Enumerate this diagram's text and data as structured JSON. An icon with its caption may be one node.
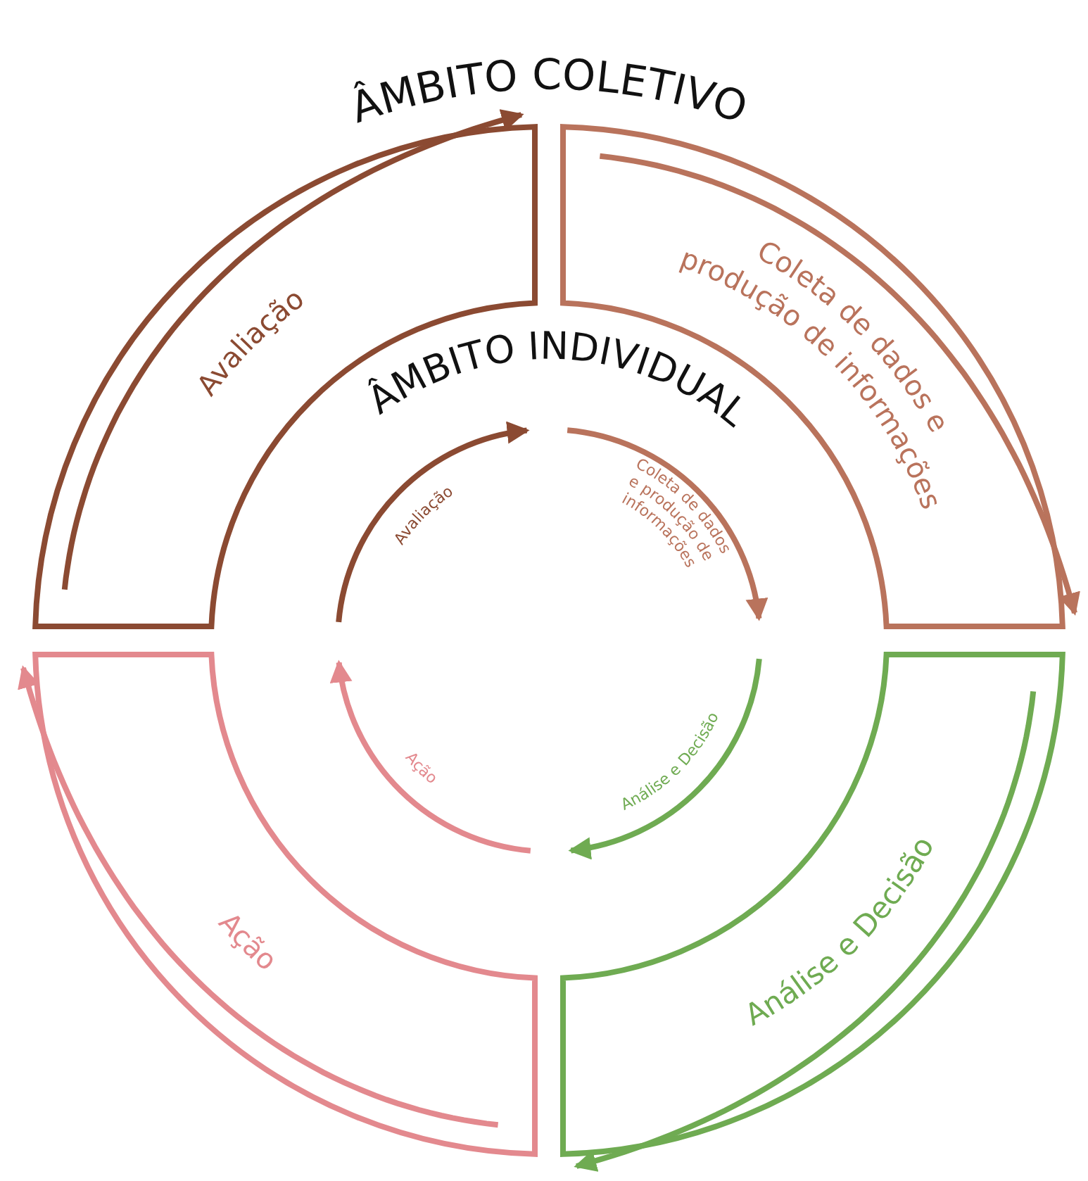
{
  "diagram": {
    "nodes": [
      {
        "text": [
          "Avaliação"
        ]
      },
      {
        "text": [
          "Coleta de dados e produção de informações"
        ]
      },
      {
        "text": [
          "Análise e Decisão"
        ]
      },
      {
        "text": [
          "Ação"
        ]
      }
    ],
    "edges": [
      {
        "from": 0,
        "to": 1,
        "arrow": "to",
        "color": "#8b4a32"
      },
      {
        "from": 1,
        "to": 2,
        "arrow": "to",
        "color": "#b9735c"
      },
      {
        "from": 2,
        "to": 3,
        "arrow": "to",
        "color": "#6fab52"
      },
      {
        "from": 3,
        "to": 0,
        "arrow": "to",
        "color": "#e3898e"
      }
    ],
    "labels": [
      "ÂMBITO COLETIVO",
      "ÂMBITO INDIVIDUAL",
      "Avaliação",
      "Coleta de dados e produção de informações",
      "Análise e Decisão",
      "Ação"
    ]
  }
}
